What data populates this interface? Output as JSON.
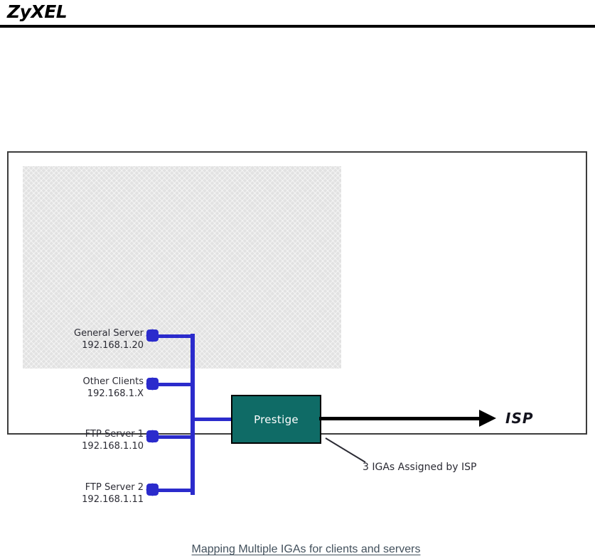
{
  "header": {
    "brand": "ZyXEL"
  },
  "figure": {
    "caption": "Mapping Multiple IGAs for clients and servers",
    "device": {
      "label": "Prestige"
    },
    "wan": {
      "isp_label": "ISP",
      "annotation": "3 IGAs Assigned by ISP"
    },
    "nodes": [
      {
        "name": "General Server",
        "ip": "192.168.1.20"
      },
      {
        "name": "Other Clients",
        "ip": "192.168.1.X"
      },
      {
        "name": "FTP Server 1",
        "ip": "192.168.1.10"
      },
      {
        "name": "FTP Server 2",
        "ip": "192.168.1.11"
      }
    ]
  },
  "colors": {
    "link_blue": "#2b2bcc",
    "device_teal": "#0f6b66",
    "panel_gray": "#e2e2e2",
    "caption_slate": "#42505c",
    "rule_black": "#000000"
  }
}
